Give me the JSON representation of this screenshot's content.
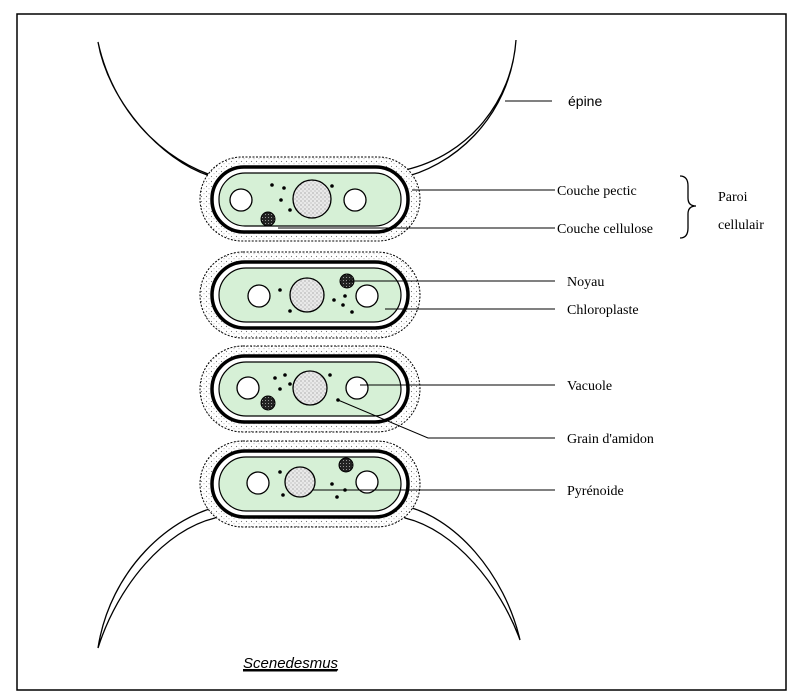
{
  "diagram": {
    "title": "Scenedesmus",
    "labels": {
      "epine": "épine",
      "couche_pectic": "Couche pectic",
      "couche_cellulose": "Couche cellulose",
      "paroi_line1": "Paroi",
      "paroi_line2": "cellulair",
      "noyau": "Noyau",
      "chloroplaste": "Chloroplaste",
      "vacuole": "Vacuole",
      "grain_amidon": "Grain d'amidon",
      "pyrenoide": "Pyrénoide"
    },
    "colors": {
      "chloroplast_fill": "#d6f0d6",
      "outline": "#000000",
      "background": "#ffffff"
    }
  }
}
